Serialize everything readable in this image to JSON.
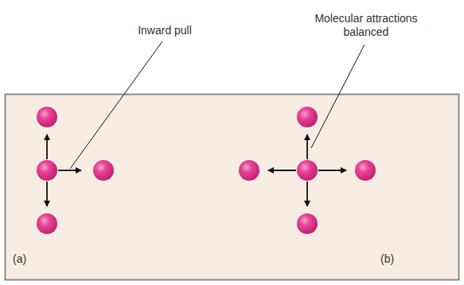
{
  "diagram": {
    "labels": [
      "Inward pull",
      "Molecular attractions balanced",
      "(a)",
      "(b)"
    ]
  }
}
